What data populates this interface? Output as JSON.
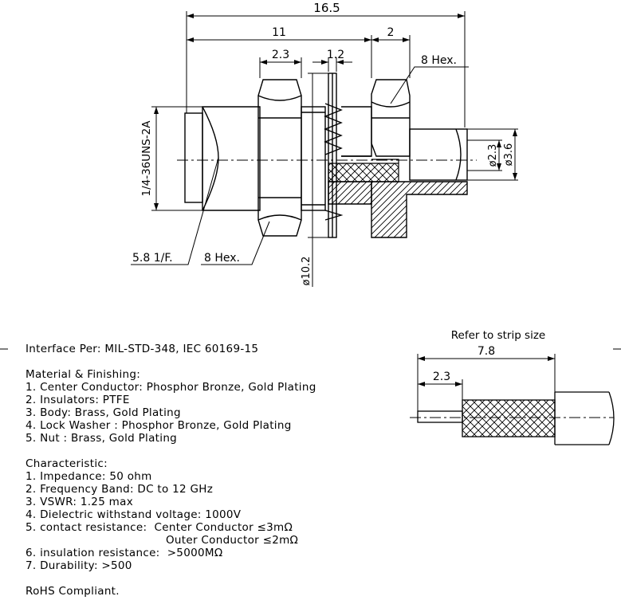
{
  "dimensions": {
    "overall_length": "16.5",
    "body_length": "11",
    "nut_length": "2",
    "hex_width": "2.3",
    "washer_thickness": "1.2",
    "rear_hex": "8 Hex.",
    "thread": "1/4-36UNS-2A",
    "pin_dia": "ø2.3",
    "body_dia": "ø3.6",
    "face_flat": "5.8 1/F.",
    "front_hex": "8 Hex.",
    "washer_dia": "ø10.2"
  },
  "strip": {
    "title": "Refer to strip size",
    "total_length": "7.8",
    "pin_length": "2.3"
  },
  "specs": {
    "interface": "Interface Per: MIL-STD-348, IEC 60169-15",
    "material_title": "Material & Finishing:",
    "materials": [
      "1. Center Conductor: Phosphor Bronze, Gold Plating",
      "2. Insulators: PTFE",
      "3. Body: Brass, Gold Plating",
      "4. Lock Washer : Phosphor Bronze, Gold Plating",
      "5. Nut : Brass, Gold Plating"
    ],
    "char_title": "Characteristic:",
    "chars": [
      "1. Impedance: 50 ohm",
      "2. Frequency Band: DC to 12 GHz",
      "3. VSWR: 1.25 max",
      "4. Dielectric withstand voltage: 1000V",
      "5. contact resistance:  Center Conductor ≤3mΩ",
      "Outer Conductor ≤2mΩ",
      "6. insulation resistance:  >5000MΩ",
      "7. Durability: >500"
    ],
    "rohs": "RoHS Compliant."
  }
}
